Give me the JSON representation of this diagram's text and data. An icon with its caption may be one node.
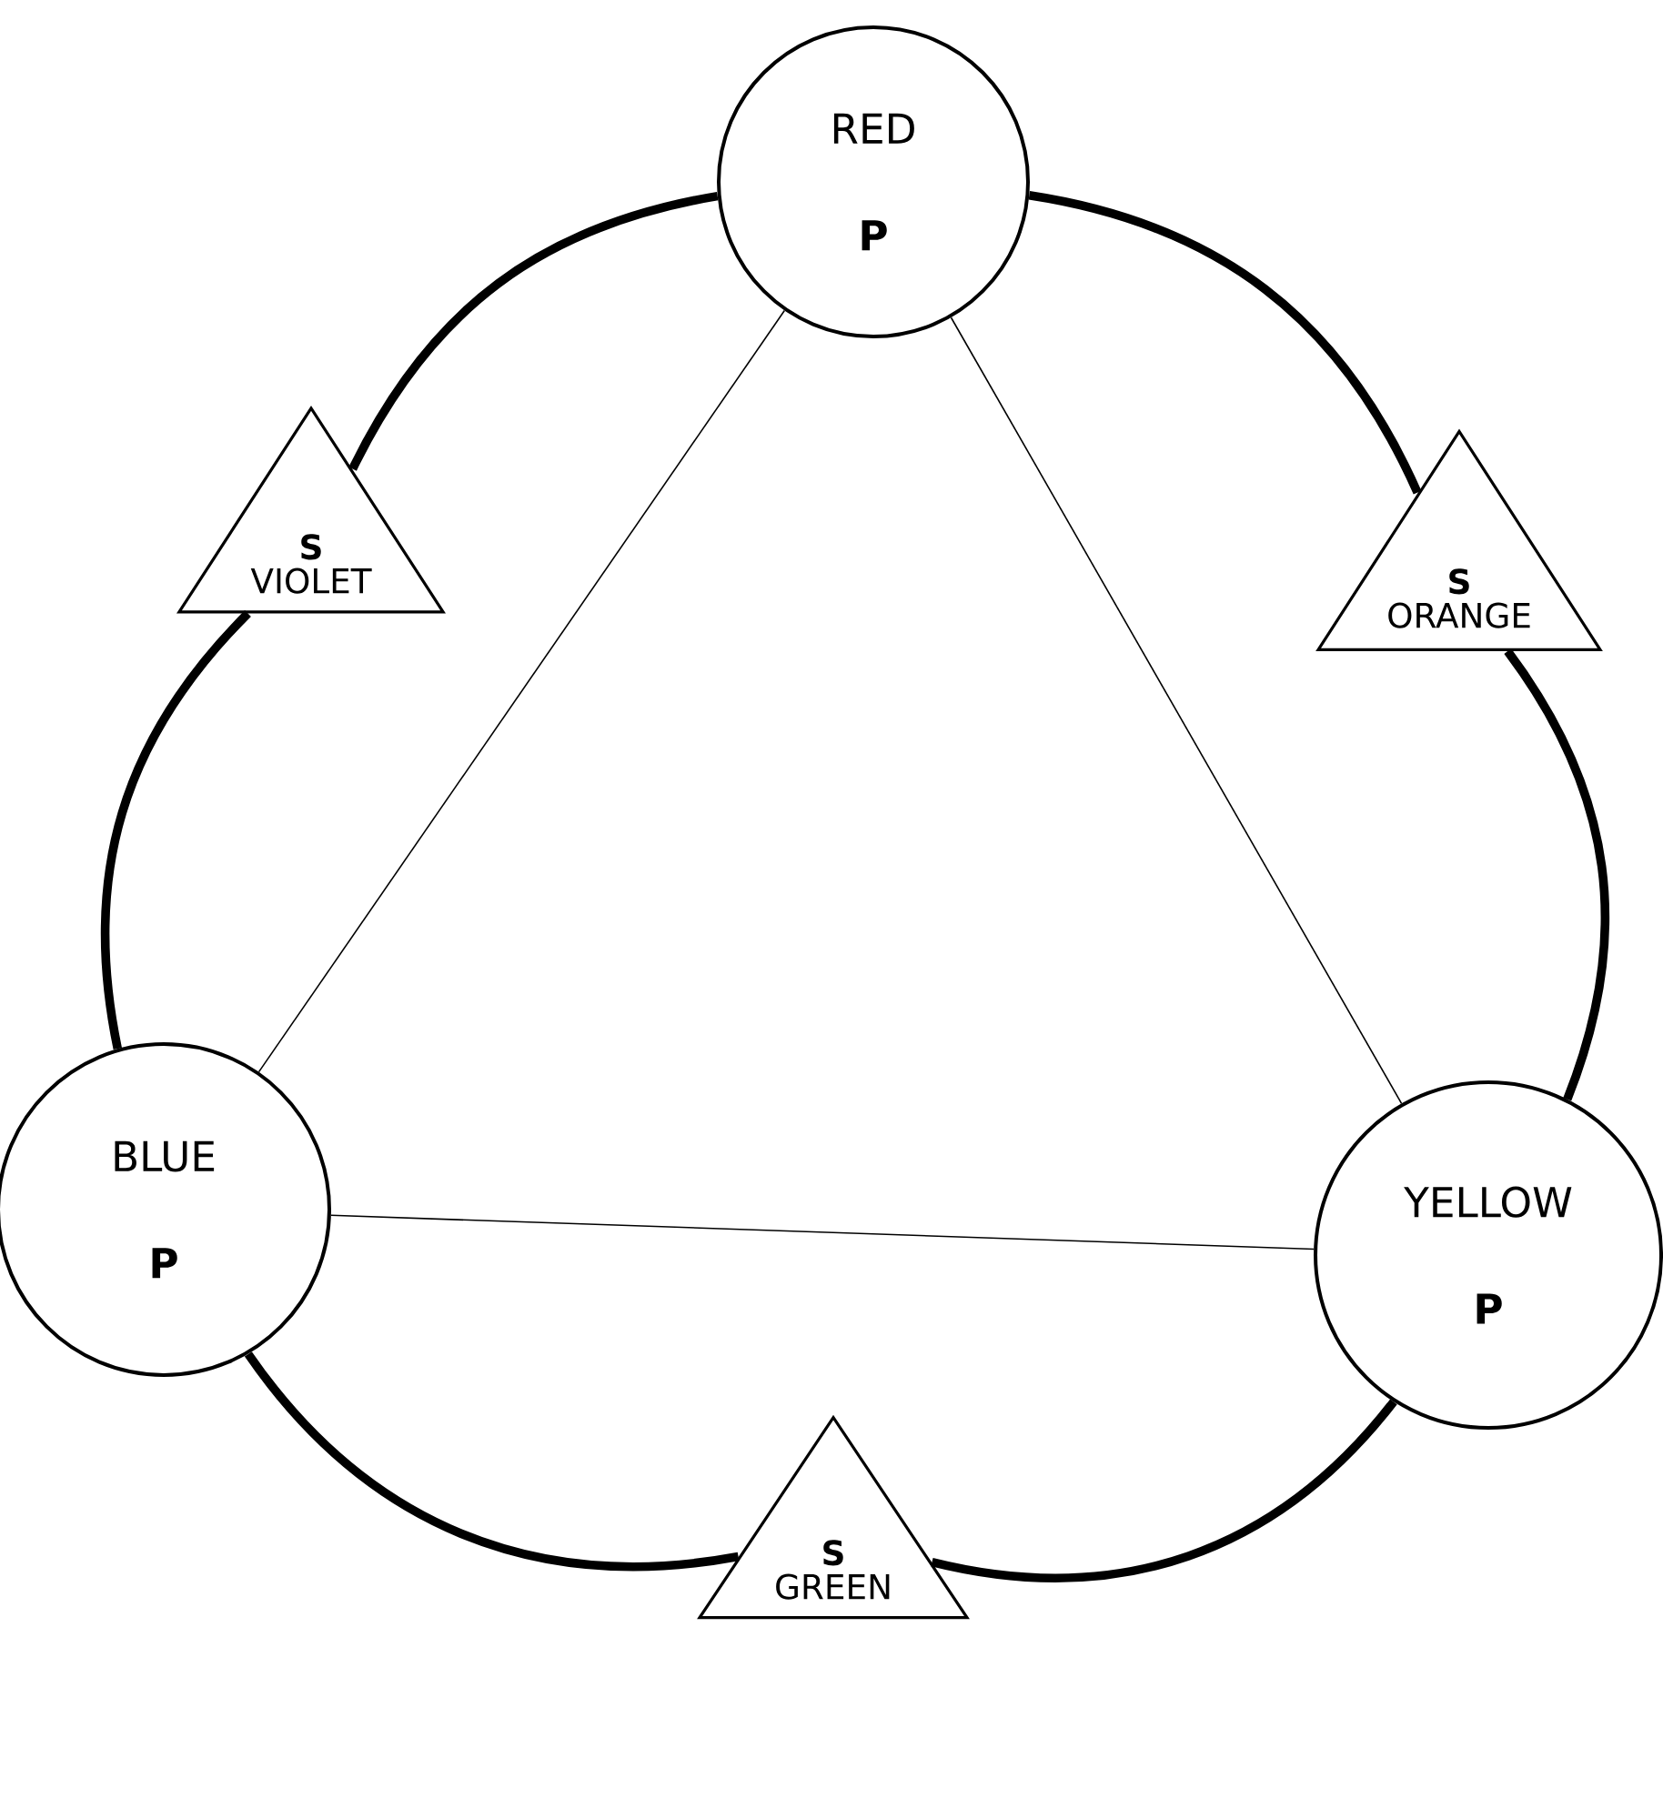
{
  "diagram": {
    "nodes": [
      {
        "text": [
          "RED",
          "P"
        ]
      },
      {
        "text": [
          "S",
          "VIOLET"
        ]
      },
      {
        "text": [
          "S",
          "ORANGE"
        ]
      },
      {
        "text": [
          "BLUE",
          "P"
        ]
      },
      {
        "text": [
          "YELLOW",
          "P"
        ]
      },
      {
        "text": [
          "S",
          "GREEN"
        ]
      }
    ],
    "edges": [
      {
        "from": 0,
        "to": 3,
        "arrow": "none"
      },
      {
        "from": 0,
        "to": 4,
        "arrow": "none"
      },
      {
        "from": 3,
        "to": 4,
        "arrow": "none"
      },
      {
        "from": 0,
        "to": 2,
        "arrow": "none"
      },
      {
        "from": 2,
        "to": 4,
        "arrow": "none"
      },
      {
        "from": 4,
        "to": 5,
        "arrow": "none"
      },
      {
        "from": 5,
        "to": 3,
        "arrow": "none"
      },
      {
        "from": 3,
        "to": 1,
        "arrow": "none"
      },
      {
        "from": 1,
        "to": 0,
        "arrow": "none"
      }
    ]
  }
}
